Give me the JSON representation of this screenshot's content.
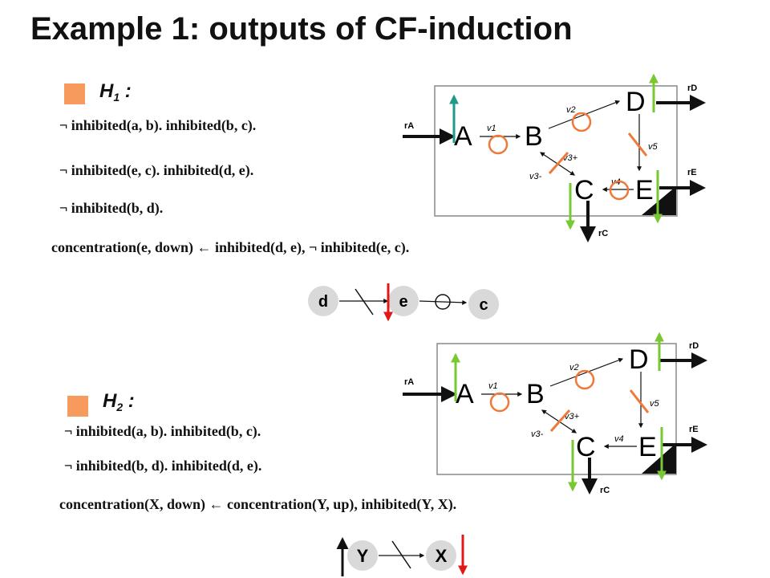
{
  "slide": {
    "title": "Example 1: outputs of CF-induction"
  },
  "h1": {
    "label": "H",
    "sub": "1",
    "colon": " :",
    "lines": [
      "¬ inhibited(a, b).  inhibited(b, c).",
      "¬ inhibited(e, c).  inhibited(d, e).",
      "¬ inhibited(b, d)."
    ],
    "rule": "concentration(e, down) ← inhibited(d, e),  ¬ inhibited(e, c).",
    "mini_nodes": {
      "d": "d",
      "e": "e",
      "c": "c"
    }
  },
  "h2": {
    "label": "H",
    "sub": "2",
    "colon": " :",
    "lines": [
      "¬ inhibited(a, b).  inhibited(b, c).",
      "¬ inhibited(b, d).  inhibited(d, e)."
    ],
    "rule": "concentration(X, down) ← concentration(Y, up), inhibited(Y, X).",
    "mini_nodes": {
      "y": "Y",
      "x": "X"
    }
  },
  "network": {
    "nodes": {
      "a": "A",
      "b": "B",
      "c": "C",
      "d": "D",
      "e": "E"
    },
    "reactions": {
      "v1": "v1",
      "v2": "v2",
      "v3p": "v3+",
      "v3m": "v3-",
      "v4": "v4",
      "v5": "v5"
    },
    "fluxes": {
      "ra": "rA",
      "rc": "rC",
      "rd": "rD",
      "re": "rE"
    }
  },
  "colors": {
    "bullet": "#f79a5e",
    "circle": "#f07838",
    "green": "#78c832",
    "teal": "#1f9a8a",
    "red": "#e01818",
    "node_fill": "#d9d9d9"
  }
}
